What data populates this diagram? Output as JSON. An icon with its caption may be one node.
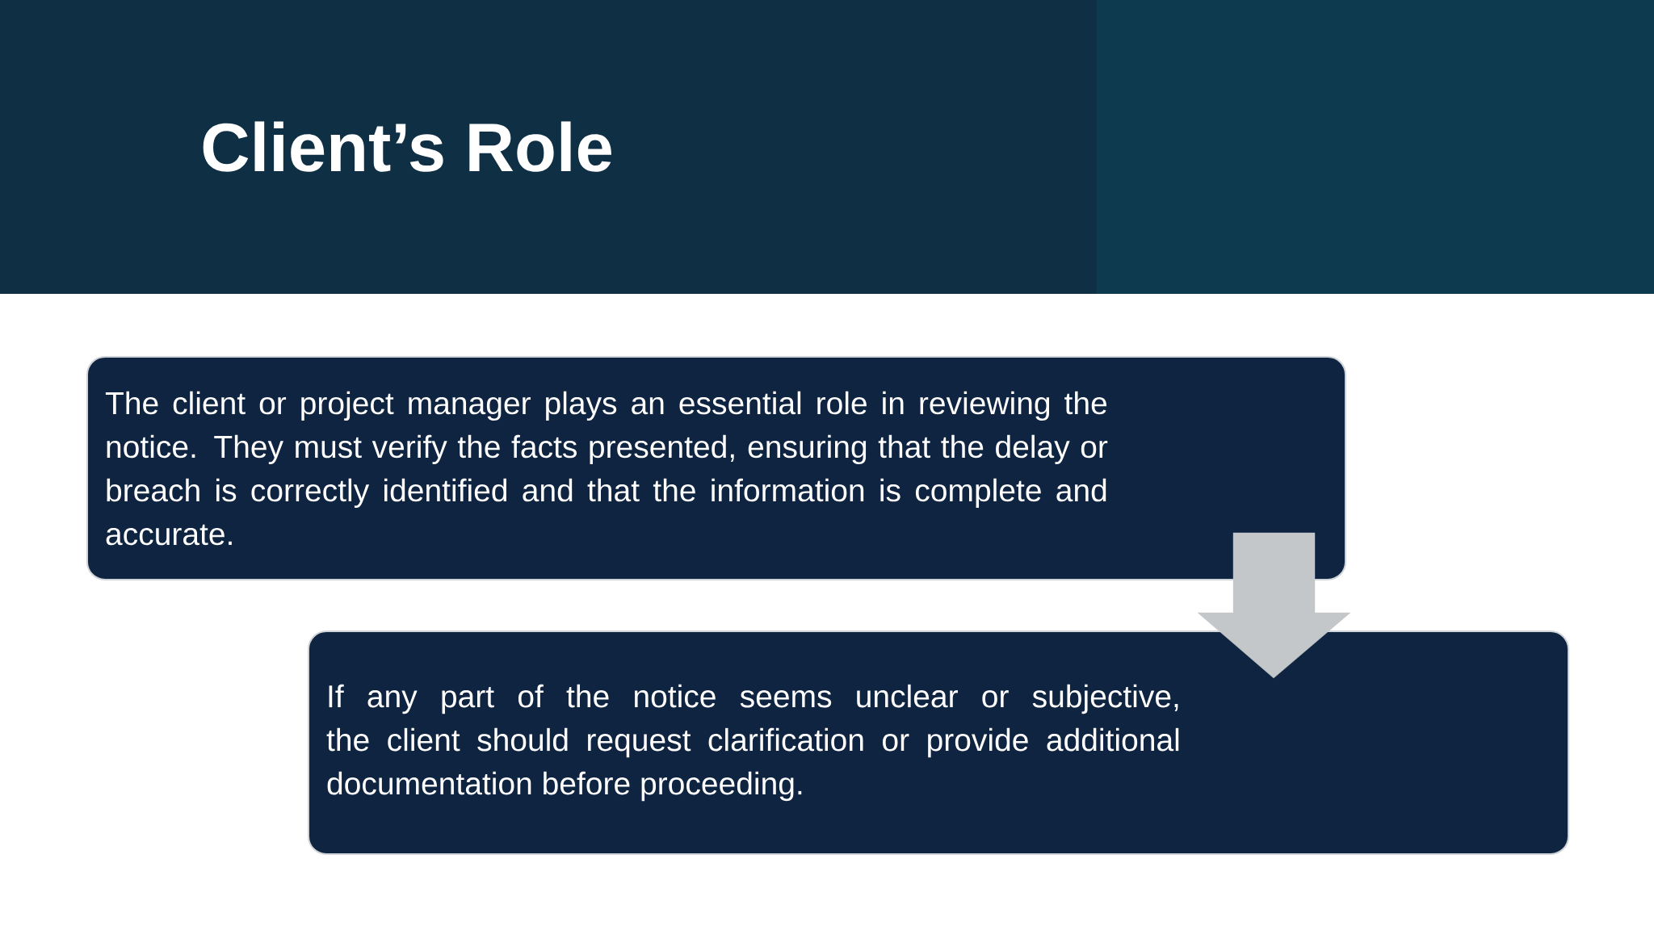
{
  "diagram": {
    "title": "Client’s Role",
    "nodes": [
      {
        "text": [
          "The client or project manager plays an essential role in reviewing the notice. They must verify the facts presented, ensuring that the delay or breach is correctly identified and that the information is complete and accurate."
        ]
      },
      {
        "text": [
          "If any part of the notice seems unclear or subjective, the client should request clarification or provide additional documentation before proceeding."
        ]
      }
    ],
    "edges": [
      {
        "from": 0,
        "to": 1,
        "arrow": "to"
      }
    ]
  }
}
